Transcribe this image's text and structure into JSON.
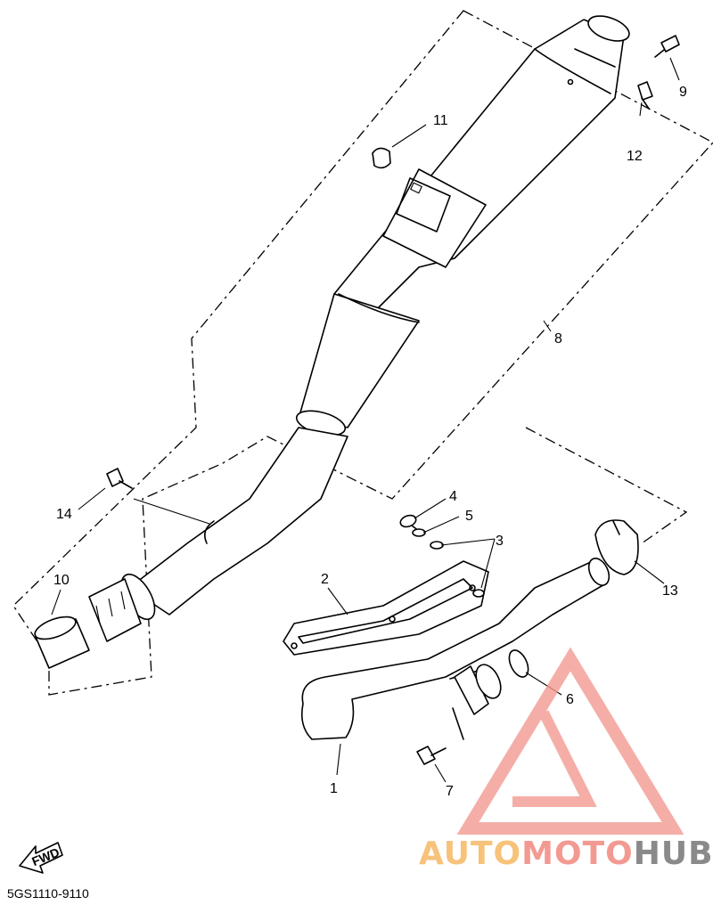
{
  "diagram_code": "5GS1110-9110",
  "direction_arrow": "FWD",
  "watermark": {
    "part1": "AUTO",
    "part2": "MOTO",
    "part3": "HUB",
    "color_1": "#f7c27a",
    "color_2": "#f29a92",
    "color_3": "#8a8a8a",
    "logo_color": "#f29a92"
  },
  "callouts": {
    "c1": "1",
    "c2": "2",
    "c3": "3",
    "c4": "4",
    "c5": "5",
    "c6": "6",
    "c7": "7",
    "c8": "8",
    "c9": "9",
    "c10": "10",
    "c11": "11",
    "c12": "12",
    "c13": "13",
    "c14": "14"
  }
}
